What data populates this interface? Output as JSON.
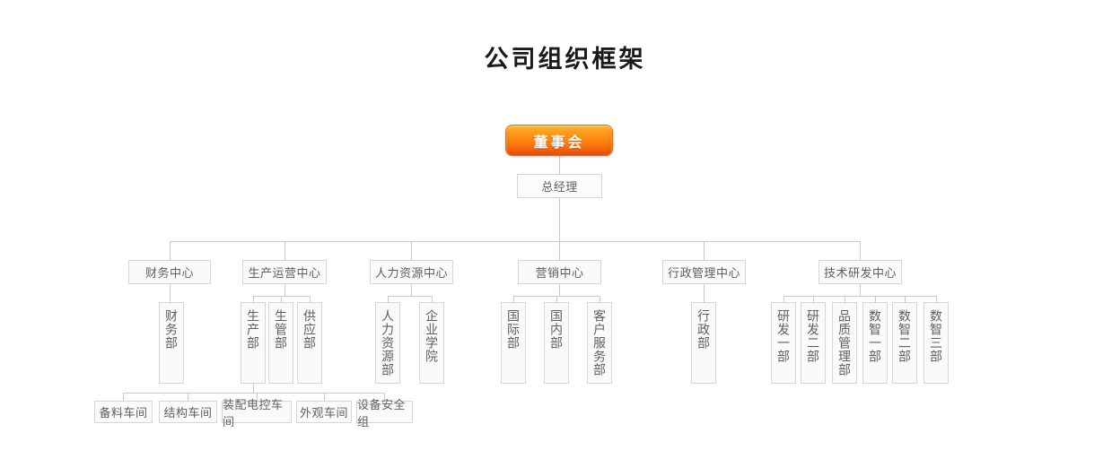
{
  "title": "公司组织框架",
  "colors": {
    "accent_orange_top": "#ffb12a",
    "accent_orange_bottom": "#f1560a",
    "box_background": "#fafafa",
    "box_border": "#d6d6d6",
    "box_text": "#5f5f5f",
    "connector_line": "#c8c8c8",
    "root_text": "#ffffff",
    "title_text": "#1a1a1a"
  },
  "org": {
    "board": "董事会",
    "general_manager": "总经理",
    "centers": [
      {
        "label": "财务中心",
        "departments": [
          {
            "label": "财务部"
          }
        ]
      },
      {
        "label": "生产运营中心",
        "departments": [
          {
            "label": "生产部",
            "workshops": [
              {
                "label": "备料车间"
              },
              {
                "label": "结构车间"
              },
              {
                "label": "装配电控车间"
              },
              {
                "label": "外观车间"
              },
              {
                "label": "设备安全组"
              }
            ]
          },
          {
            "label": "生管部"
          },
          {
            "label": "供应部"
          }
        ]
      },
      {
        "label": "人力资源中心",
        "departments": [
          {
            "label": "人力资源部"
          },
          {
            "label": "企业学院"
          }
        ]
      },
      {
        "label": "营销中心",
        "departments": [
          {
            "label": "国际部"
          },
          {
            "label": "国内部"
          },
          {
            "label": "客户服务部"
          }
        ]
      },
      {
        "label": "行政管理中心",
        "departments": [
          {
            "label": "行政部"
          }
        ]
      },
      {
        "label": "技术研发中心",
        "departments": [
          {
            "label": "研发一部"
          },
          {
            "label": "研发二部"
          },
          {
            "label": "品质管理部"
          },
          {
            "label": "数智一部"
          },
          {
            "label": "数智二部"
          },
          {
            "label": "数智三部"
          }
        ]
      }
    ]
  }
}
